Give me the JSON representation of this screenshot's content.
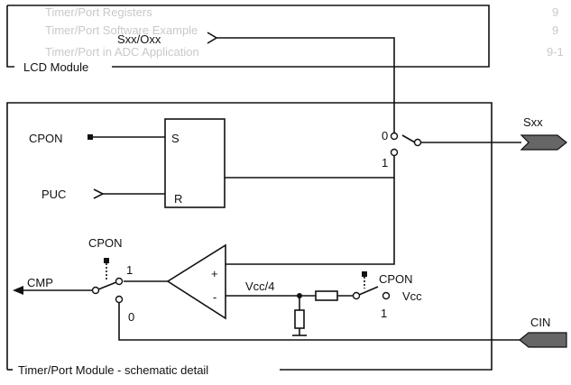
{
  "background_text": [
    "Timer/Port Registers",
    "Timer/Port Software Example",
    "Timer/Port in ADC Application"
  ],
  "background_numbers": [
    "9",
    "9",
    "9-1"
  ],
  "lcd_module": {
    "label": "LCD Module",
    "signal": "Sxx/Oxx"
  },
  "timer_port_module": {
    "label": "Timer/Port Module - schematic detail"
  },
  "signals": {
    "cpon": "CPON",
    "puc": "PUC",
    "sxx": "Sxx",
    "cmp": "CMP",
    "cin": "CIN"
  },
  "flipflop": {
    "set": "S",
    "reset": "R"
  },
  "comparator": {
    "plus": "+",
    "minus": "-"
  },
  "reference": {
    "divider": "Vcc/4",
    "supply": "Vcc"
  },
  "switch_positions": {
    "zero": "0",
    "one": "1"
  },
  "colors": {
    "ink": "#111111",
    "port_fill": "#666666",
    "ghost": "#c9c9c9"
  }
}
